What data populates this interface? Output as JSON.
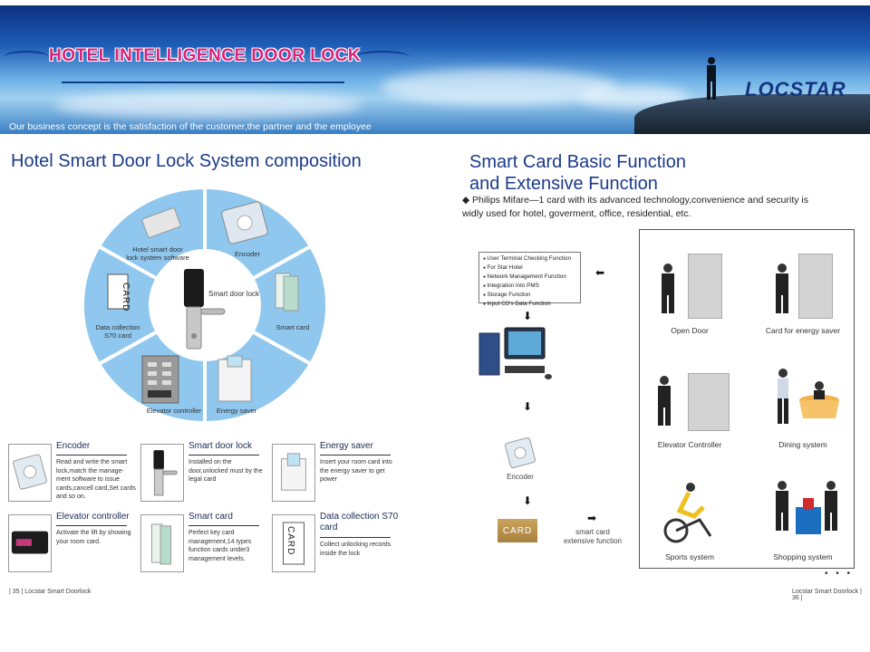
{
  "banner": {
    "title": "HOTEL INTELLIGENCE DOOR LOCK",
    "tagline": "Our business concept is the satisfaction of the customer,the partner and the employee",
    "logo": "LOCSTAR"
  },
  "left": {
    "heading": "Hotel Smart Door Lock System composition",
    "wheel": {
      "center": "Smart door lock",
      "segments": [
        {
          "label": "Hotel smart door lock system software"
        },
        {
          "label": "Encoder"
        },
        {
          "label": "Smart card"
        },
        {
          "label": "Energy saver"
        },
        {
          "label": "Elevator controller"
        },
        {
          "label": "Data collection S70 card"
        }
      ],
      "card_text": "CARD"
    },
    "components": [
      {
        "title": "Encoder",
        "desc": "Read and write the smart lock,match the manage-ment software to issue cards,cancell card,Set cards and so on."
      },
      {
        "title": "Smart door lock",
        "desc": "Installed on the door,unlocked must by the legal card"
      },
      {
        "title": "Energy saver",
        "desc": "Insert your room card into the energy saver to get power"
      },
      {
        "title": "Elevator controller",
        "desc": "Activate the lift by showing your room card."
      },
      {
        "title": "Smart card",
        "desc": "Perfect key card management,14 types function cards under3 management levels."
      },
      {
        "title": "Data collection S70 card",
        "desc": "Collect unlocking records inside the lock"
      }
    ]
  },
  "right": {
    "heading_line1": "Smart Card Basic Function",
    "heading_line2": "and Extensive Function",
    "intro": "◆ Philips Mifare—1 card with its advanced technology,convenience and security is widly used for hotel, goverment, office, residential, etc.",
    "features": [
      "User Terminal Checking Function",
      "For Star Hotel",
      "Network Management Function",
      "Integration Into PMS",
      "Storage Function",
      "Input CD's Data Function"
    ],
    "encoder_label": "Encoder",
    "card_label": "CARD",
    "extensive_label": "smart card extensive function",
    "functions": [
      "Open Door",
      "Card for energy saver",
      "Elevator Controller",
      "Dining system",
      "Sports system",
      "Shopping system"
    ]
  },
  "footer": {
    "left_page": "35",
    "left_brand": "Locstar Smart Doorlock",
    "right_brand": "Locstar Smart Doorlock",
    "right_page": "36",
    "dots": "• • •"
  }
}
